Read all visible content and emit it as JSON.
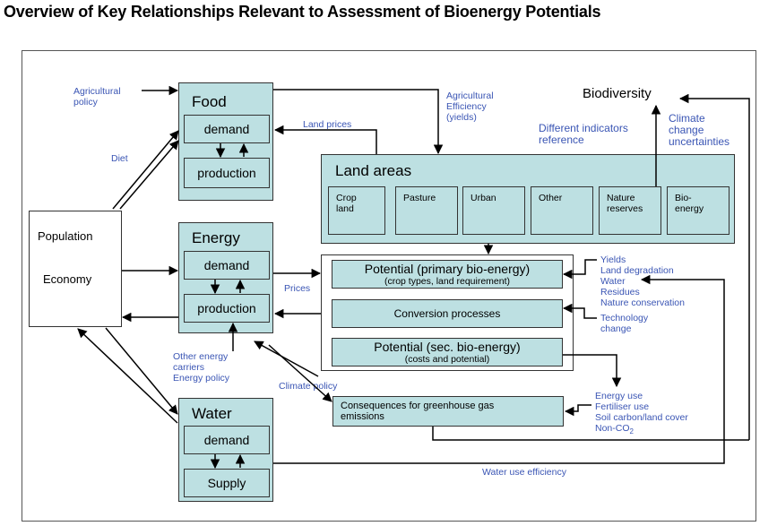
{
  "title": "Overview of Key Relationships Relevant to Assessment of Bioenergy Potentials",
  "food": {
    "label": "Food",
    "demand": "demand",
    "production": "production"
  },
  "energy": {
    "label": "Energy",
    "demand": "demand",
    "production": "production"
  },
  "water": {
    "label": "Water",
    "demand": "demand",
    "supply": "Supply"
  },
  "population": {
    "line1": "Population",
    "line2": "Economy"
  },
  "land": {
    "label": "Land areas",
    "cells": [
      "Crop\nland",
      "Pasture",
      "Urban",
      "Other",
      "Nature\nreserves",
      "Bio-\nenergy"
    ]
  },
  "potential_primary": {
    "title": "Potential (primary bio-energy)",
    "sub": "(crop types, land requirement)"
  },
  "conversion": "Conversion processes",
  "potential_sec": {
    "title": "Potential (sec. bio-energy)",
    "sub": "(costs and potential)"
  },
  "consequences": "Consequences for greenhouse gas\nemissions",
  "biodiversity": "Biodiversity",
  "labels": {
    "agri_policy": "Agricultural\npolicy",
    "diet": "Diet",
    "land_prices": "Land prices",
    "agri_efficiency": "Agricultural\nEfficiency\n(yields)",
    "indicators": "Different indicators\nreference",
    "climate_change": "Climate\nchange\nuncertainties",
    "prices": "Prices",
    "yields_list": "Yields\nLand degradation\nWater\nResidues\nNature conservation",
    "technology": "Technology\nchange",
    "other_energy": "Other energy\ncarriers\nEnergy policy",
    "climate_policy": "Climate policy",
    "energy_use_list": "Energy use\nFertiliser use\nSoil carbon/land cover",
    "non_co2_prefix": "Non-CO",
    "non_co2_sub": "2",
    "water_eff": "Water use efficiency"
  }
}
